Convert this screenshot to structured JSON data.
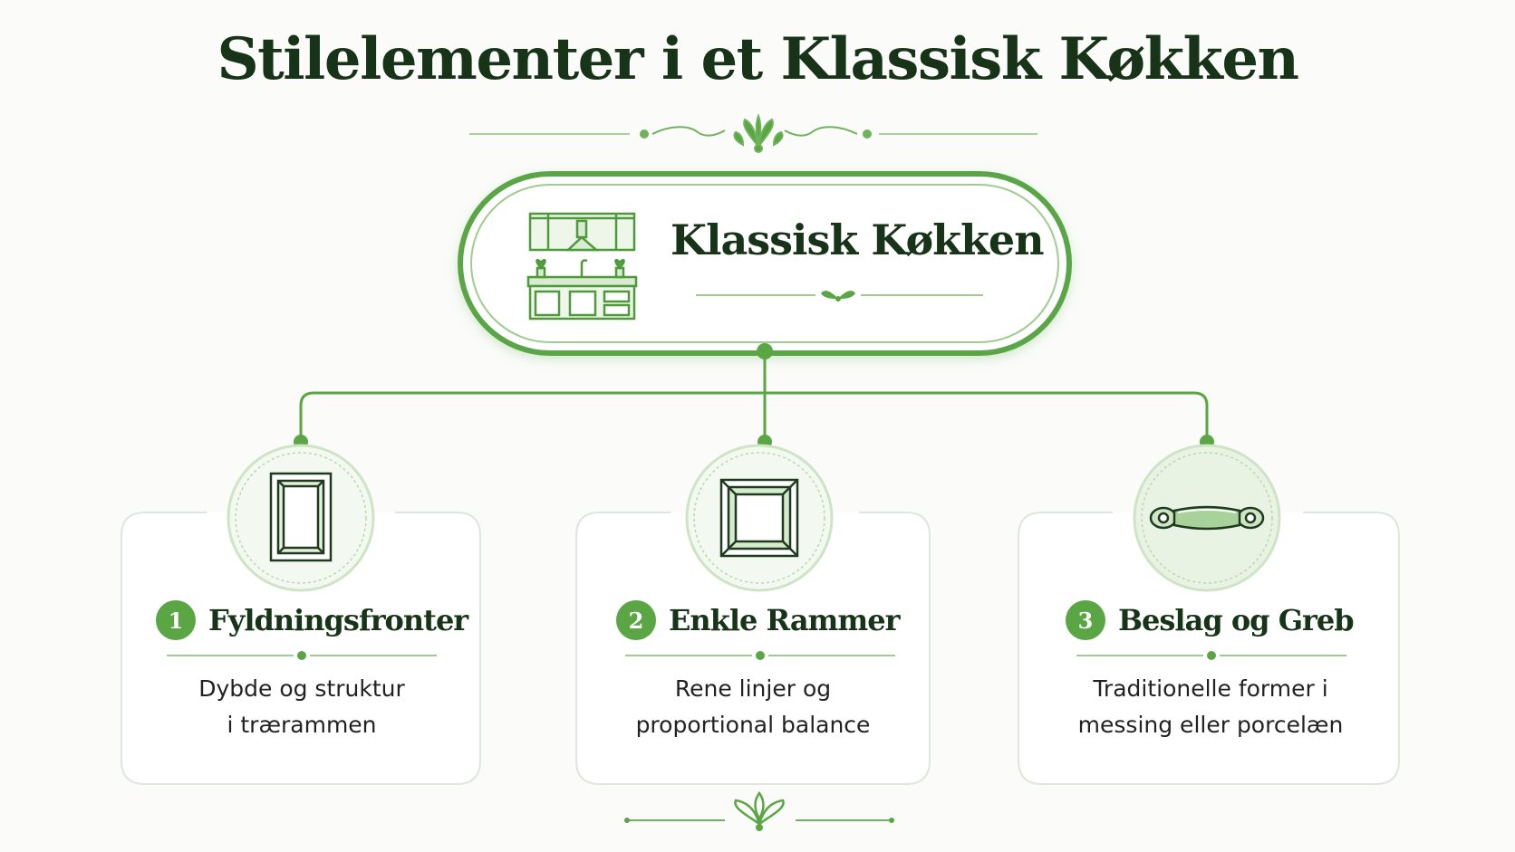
{
  "title": "Stilelementer i et Klassisk Køkken",
  "hub": {
    "label": "Klassisk Køkken",
    "icon": "kitchen-icon"
  },
  "elements": [
    {
      "number": "1",
      "title": "Fyldningsfronter",
      "desc_line1": "Dybde og struktur",
      "desc_line2": "i trærammen",
      "icon": "panel-door-icon"
    },
    {
      "number": "2",
      "title": "Enkle Rammer",
      "desc_line1": "Rene linjer og",
      "desc_line2": "proportional balance",
      "icon": "square-frame-icon"
    },
    {
      "number": "3",
      "title": "Beslag og Greb",
      "desc_line1": "Traditionelle former i",
      "desc_line2": "messing eller porcelæn",
      "icon": "handle-icon"
    }
  ],
  "colors": {
    "accent": "#5aa544",
    "dark": "#173318",
    "light_line": "#9fcc8f",
    "card_border": "#dfe6dc"
  }
}
